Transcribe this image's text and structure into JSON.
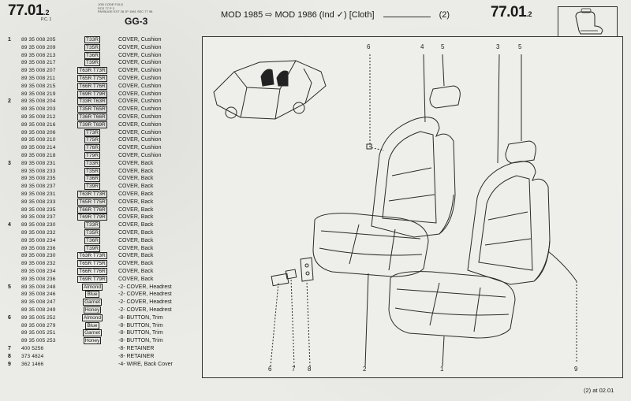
{
  "header": {
    "page_number": "77.01",
    "page_suffix": ".2",
    "page_sub": "P.C. 1",
    "fine_print": [
      "JOB CODE FOLD",
      "PCS 77 P 3",
      "PAYBUGE EXT 28 JP 1981 SEC 77 98"
    ],
    "group_code": "GG-3",
    "model_text": "MOD 1985 ⇨ MOD 1986 (Ind ✓) [Cloth]",
    "model_note": "(2)",
    "right_page_number": "77.01",
    "right_page_suffix": ".2"
  },
  "parts": [
    {
      "ref": "1",
      "num": "89 35 008 205",
      "code": "T33R",
      "desc": "COVER, Cushion"
    },
    {
      "ref": "",
      "num": "89 35 008 209",
      "code": "T35R",
      "desc": "COVER, Cushion"
    },
    {
      "ref": "",
      "num": "89 35 008 213",
      "code": "T36R",
      "desc": "COVER, Cushion"
    },
    {
      "ref": "",
      "num": "89 35 008 217",
      "code": "T39R",
      "desc": "COVER, Cushion"
    },
    {
      "ref": "",
      "num": "89 35 008 207",
      "code": "T63R T73R",
      "desc": "COVER, Cushion"
    },
    {
      "ref": "",
      "num": "89 35 008 211",
      "code": "T65R T75R",
      "desc": "COVER, Cushion"
    },
    {
      "ref": "",
      "num": "89 35 008 215",
      "code": "T66R T76R",
      "desc": "COVER, Cushion"
    },
    {
      "ref": "",
      "num": "89 35 008 219",
      "code": "T69R T79R",
      "desc": "COVER, Cushion"
    },
    {
      "ref": "2",
      "num": "89 35 008 204",
      "code": "T33R T63R",
      "desc": "COVER, Cushion"
    },
    {
      "ref": "",
      "num": "89 35 008 203",
      "code": "T35R T65R",
      "desc": "COVER, Cushion"
    },
    {
      "ref": "",
      "num": "89 35 008 212",
      "code": "T36R T66R",
      "desc": "COVER, Cushion"
    },
    {
      "ref": "",
      "num": "89 35 008 216",
      "code": "T39R T69R",
      "desc": "COVER, Cushion"
    },
    {
      "ref": "",
      "num": "89 35 008 206",
      "code": "T73R",
      "desc": "COVER, Cushion"
    },
    {
      "ref": "",
      "num": "89 35 008 210",
      "code": "T75R",
      "desc": "COVER, Cushion"
    },
    {
      "ref": "",
      "num": "89 35 008 214",
      "code": "T76R",
      "desc": "COVER, Cushion"
    },
    {
      "ref": "",
      "num": "89 35 008 218",
      "code": "T79R",
      "desc": "COVER, Cushion"
    },
    {
      "ref": "3",
      "num": "89 35 008 231",
      "code": "T33R",
      "desc": "COVER, Back"
    },
    {
      "ref": "",
      "num": "89 35 008 233",
      "code": "T35R",
      "desc": "COVER, Back"
    },
    {
      "ref": "",
      "num": "89 35 008 235",
      "code": "T36R",
      "desc": "COVER, Back"
    },
    {
      "ref": "",
      "num": "89 35 008 237",
      "code": "T39R",
      "desc": "COVER, Back"
    },
    {
      "ref": "",
      "num": "89 35 008 231",
      "code": "T63R T73R",
      "desc": "COVER, Back"
    },
    {
      "ref": "",
      "num": "89 35 008 233",
      "code": "T65R T75R",
      "desc": "COVER, Back"
    },
    {
      "ref": "",
      "num": "89 35 008 235",
      "code": "T66R T76R",
      "desc": "COVER, Back"
    },
    {
      "ref": "",
      "num": "89 35 008 237",
      "code": "T69R T79R",
      "desc": "COVER, Back"
    },
    {
      "ref": "4",
      "num": "89 35 008 230",
      "code": "T33R",
      "desc": "COVER, Back"
    },
    {
      "ref": "",
      "num": "89 35 008 232",
      "code": "T35R",
      "desc": "COVER, Back"
    },
    {
      "ref": "",
      "num": "89 35 008 234",
      "code": "T36R",
      "desc": "COVER, Back"
    },
    {
      "ref": "",
      "num": "89 35 008 236",
      "code": "T39R",
      "desc": "COVER, Back"
    },
    {
      "ref": "",
      "num": "89 35 008 230",
      "code": "T63R T73R",
      "desc": "COVER, Back"
    },
    {
      "ref": "",
      "num": "89 35 008 232",
      "code": "T65R T75R",
      "desc": "COVER, Back"
    },
    {
      "ref": "",
      "num": "89 35 008 234",
      "code": "T66R T76R",
      "desc": "COVER, Back"
    },
    {
      "ref": "",
      "num": "89 35 008 236",
      "code": "T69R T79R",
      "desc": "COVER, Back"
    },
    {
      "ref": "5",
      "num": "89 35 008 248",
      "code": "Almond",
      "desc": "-2- COVER, Headrest"
    },
    {
      "ref": "",
      "num": "89 35 008 246",
      "code": "Blue",
      "desc": "-2- COVER, Headrest"
    },
    {
      "ref": "",
      "num": "89 35 008 247",
      "code": "Garnet",
      "desc": "-2- COVER, Headrest"
    },
    {
      "ref": "",
      "num": "89 35 008 249",
      "code": "Honey",
      "desc": "-2- COVER, Headrest"
    },
    {
      "ref": "6",
      "num": "89 35 005 252",
      "code": "Almond",
      "desc": "-8- BUTTON, Trim"
    },
    {
      "ref": "",
      "num": "89 35 008 279",
      "code": "Blue",
      "desc": "-8- BUTTON, Trim"
    },
    {
      "ref": "",
      "num": "89 35 005 251",
      "code": "Garnet",
      "desc": "-8- BUTTON, Trim"
    },
    {
      "ref": "",
      "num": "89 35 005 253",
      "code": "Honey",
      "desc": "-8- BUTTON, Trim"
    },
    {
      "ref": "7",
      "num": "400 5256",
      "code": "",
      "desc": "-8- RETAINER"
    },
    {
      "ref": "8",
      "num": "373 4824",
      "code": "",
      "desc": "-8- RETAINER"
    },
    {
      "ref": "9",
      "num": "362 1466",
      "code": "",
      "desc": "-4- WIRE, Back Cover"
    }
  ],
  "callouts": {
    "top": [
      "6",
      "4",
      "5",
      "3",
      "5"
    ],
    "bottom": [
      "6",
      "7",
      "8",
      "2",
      "1",
      "9"
    ]
  },
  "footer": "(2) at 02.01"
}
